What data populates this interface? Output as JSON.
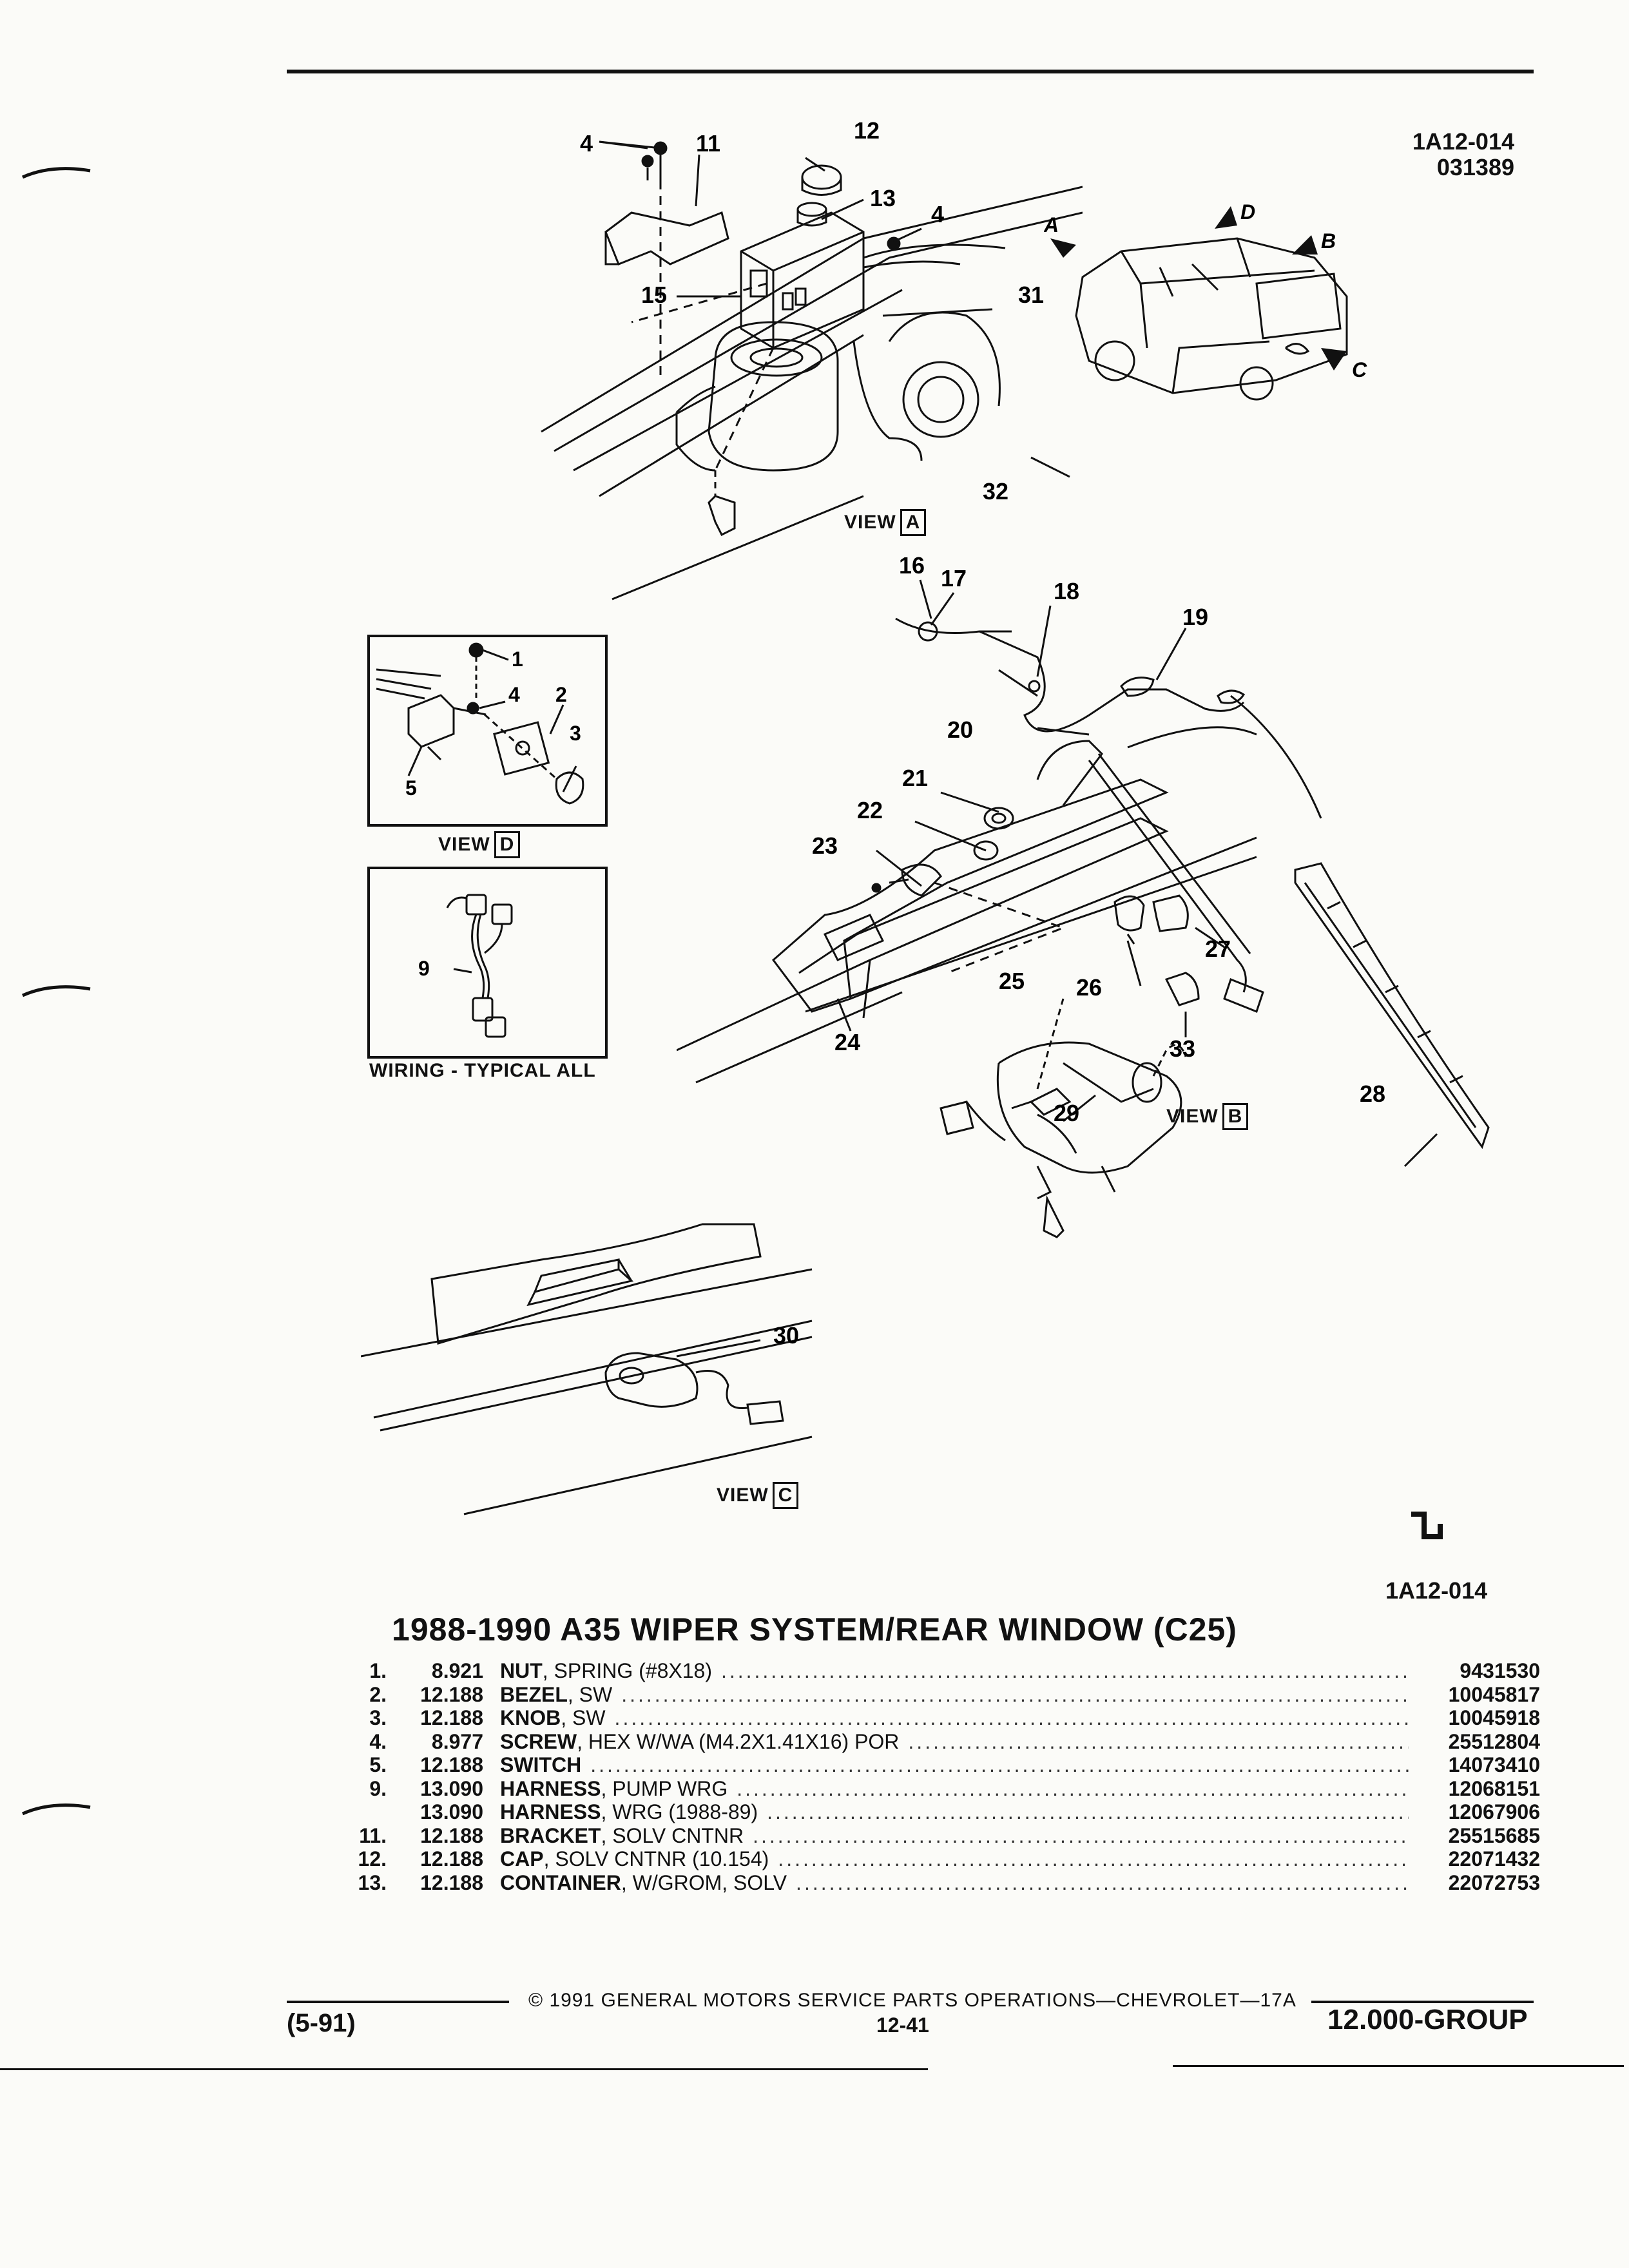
{
  "header": {
    "ref_code": "1A12-014",
    "ref_date": "031389"
  },
  "callouts": {
    "n1": "1",
    "n2": "2",
    "n3": "3",
    "n4": "4",
    "n5": "5",
    "n9": "9",
    "n11": "11",
    "n12": "12",
    "n13": "13",
    "n15": "15",
    "n16": "16",
    "n17": "17",
    "n18": "18",
    "n19": "19",
    "n20": "20",
    "n21": "21",
    "n22": "22",
    "n23": "23",
    "n24": "24",
    "n25": "25",
    "n26": "26",
    "n27": "27",
    "n28": "28",
    "n29": "29",
    "n30": "30",
    "n31": "31",
    "n32": "32",
    "n33": "33"
  },
  "arrows": {
    "a": "A",
    "b": "B",
    "c": "C",
    "d": "D"
  },
  "views": {
    "word": "VIEW",
    "a": "A",
    "b": "B",
    "c": "C",
    "d": "D",
    "wiring_caption": "WIRING - TYPICAL ALL"
  },
  "figure_id": "1A12-014",
  "title": "1988-1990 A35 WIPER SYSTEM/REAR WINDOW (C25)",
  "parts": [
    {
      "line": "1.",
      "group": "8.921",
      "name": "NUT",
      "desc": ", SPRING (#8X18)",
      "part": "9431530"
    },
    {
      "line": "2.",
      "group": "12.188",
      "name": "BEZEL",
      "desc": ", SW",
      "part": "10045817"
    },
    {
      "line": "3.",
      "group": "12.188",
      "name": "KNOB",
      "desc": ", SW",
      "part": "10045918"
    },
    {
      "line": "4.",
      "group": "8.977",
      "name": "SCREW",
      "desc": ", HEX W/WA (M4.2X1.41X16) POR",
      "part": "25512804"
    },
    {
      "line": "5.",
      "group": "12.188",
      "name": "SWITCH",
      "desc": "",
      "part": "14073410"
    },
    {
      "line": "9.",
      "group": "13.090",
      "name": "HARNESS",
      "desc": ", PUMP WRG",
      "part": "12068151"
    },
    {
      "line": "",
      "group": "13.090",
      "name": "HARNESS",
      "desc": ", WRG (1988-89)",
      "part": "12067906"
    },
    {
      "line": "11.",
      "group": "12.188",
      "name": "BRACKET",
      "desc": ", SOLV CNTNR",
      "part": "25515685"
    },
    {
      "line": "12.",
      "group": "12.188",
      "name": "CAP",
      "desc": ", SOLV CNTNR (10.154)",
      "part": "22071432"
    },
    {
      "line": "13.",
      "group": "12.188",
      "name": "CONTAINER",
      "desc": ", W/GROM, SOLV",
      "part": "22072753"
    }
  ],
  "footer": {
    "copyright": "© 1991 GENERAL MOTORS SERVICE PARTS OPERATIONS—CHEVROLET—17A",
    "date": "(5-91)",
    "page": "12-41",
    "group": "12.000-GROUP"
  }
}
